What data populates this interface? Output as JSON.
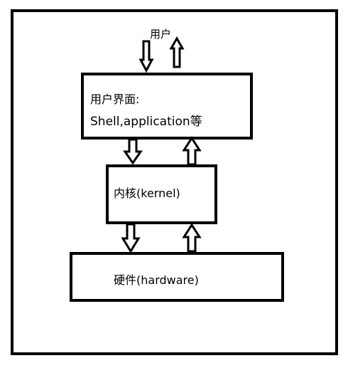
{
  "user": {
    "label": "用户"
  },
  "ui_layer": {
    "line1": "用户界面:",
    "line2": "Shell,application等"
  },
  "kernel_layer": {
    "label": "内核(kernel)"
  },
  "hardware_layer": {
    "label": "硬件(hardware)"
  },
  "colors": {
    "stroke": "#000000",
    "background": "#ffffff"
  }
}
